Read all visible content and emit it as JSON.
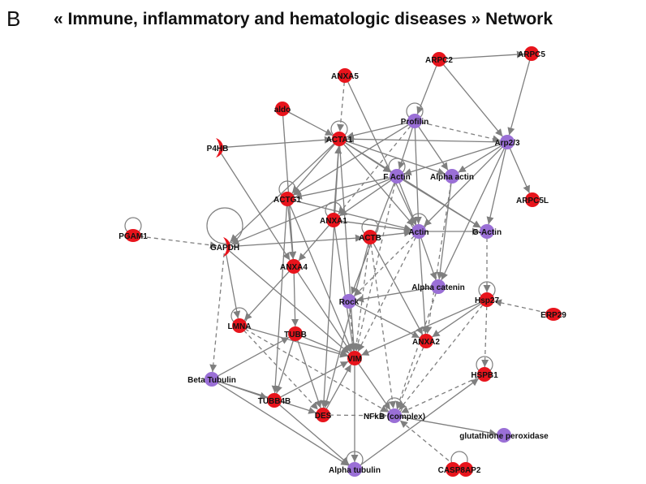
{
  "panel_letter": "B",
  "title": "« Immune, inflammatory and hematologic diseases » Network",
  "colors": {
    "red": "#e8141c",
    "purple": "#9a6fd6",
    "edge": "#7f7f7f"
  },
  "nodes": [
    {
      "id": "ARPC2",
      "label": "ARPC2",
      "type": "red"
    },
    {
      "id": "ARPC5",
      "label": "ARPC5",
      "type": "red"
    },
    {
      "id": "ANXA5",
      "label": "ANXA5",
      "type": "red"
    },
    {
      "id": "aldo",
      "label": "aldo",
      "type": "red"
    },
    {
      "id": "Profilin",
      "label": "Profilin",
      "type": "purple"
    },
    {
      "id": "Arp23",
      "label": "Arp2/3",
      "type": "purple"
    },
    {
      "id": "P4HB",
      "label": "P4HB",
      "type": "red"
    },
    {
      "id": "ACTA1",
      "label": "ACTA1",
      "type": "red"
    },
    {
      "id": "FActin",
      "label": "F Actin",
      "type": "purple"
    },
    {
      "id": "AlphaActin",
      "label": "Alpha actin",
      "type": "purple"
    },
    {
      "id": "ARPC5L",
      "label": "ARPC5L",
      "type": "red"
    },
    {
      "id": "ACTG1",
      "label": "ACTG1",
      "type": "red"
    },
    {
      "id": "ANXA1",
      "label": "ANXA1",
      "type": "red"
    },
    {
      "id": "PGAM1",
      "label": "PGAM1",
      "type": "red"
    },
    {
      "id": "GAPDH",
      "label": "GAPDH",
      "type": "red"
    },
    {
      "id": "ACTB",
      "label": "ACTB",
      "type": "red"
    },
    {
      "id": "Actin",
      "label": "Actin",
      "type": "purple"
    },
    {
      "id": "GActin",
      "label": "G-Actin",
      "type": "purple"
    },
    {
      "id": "ANXA4",
      "label": "ANXA4",
      "type": "red"
    },
    {
      "id": "AlphaCatenin",
      "label": "Alpha catenin",
      "type": "purple"
    },
    {
      "id": "Rock",
      "label": "Rock",
      "type": "purple"
    },
    {
      "id": "Hsp27",
      "label": "Hsp27",
      "type": "red"
    },
    {
      "id": "ERP29",
      "label": "ERP29",
      "type": "red"
    },
    {
      "id": "LMNA",
      "label": "LMNA",
      "type": "red"
    },
    {
      "id": "TUBB",
      "label": "TUBB",
      "type": "red"
    },
    {
      "id": "ANXA2",
      "label": "ANXA2",
      "type": "red"
    },
    {
      "id": "VIM",
      "label": "VIM",
      "type": "red"
    },
    {
      "id": "HSPB1",
      "label": "HSPB1",
      "type": "red"
    },
    {
      "id": "BetaTubulin",
      "label": "Beta Tubulin",
      "type": "purple"
    },
    {
      "id": "TUBB4B",
      "label": "TUBB4B",
      "type": "red"
    },
    {
      "id": "DES",
      "label": "DES",
      "type": "red"
    },
    {
      "id": "NFkB",
      "label": "NFkB (complex)",
      "type": "purple"
    },
    {
      "id": "GPX",
      "label": "glutathione peroxidase",
      "type": "purple"
    },
    {
      "id": "AlphaTubulin",
      "label": "Alpha tubulin",
      "type": "purple"
    },
    {
      "id": "CASP8AP2",
      "label": "CASP8AP2",
      "type": "red"
    }
  ],
  "edges": [
    {
      "from": "ARPC2",
      "to": "ARPC5",
      "style": "solid"
    },
    {
      "from": "ARPC2",
      "to": "Profilin",
      "style": "solid"
    },
    {
      "from": "ARPC2",
      "to": "Arp23",
      "style": "solid"
    },
    {
      "from": "ARPC5",
      "to": "Arp23",
      "style": "solid"
    },
    {
      "from": "Arp23",
      "to": "ARPC5L",
      "style": "solid"
    },
    {
      "from": "Profilin",
      "to": "Arp23",
      "style": "dashed"
    },
    {
      "from": "Profilin",
      "to": "FActin",
      "style": "solid"
    },
    {
      "from": "Profilin",
      "to": "Actin",
      "style": "solid"
    },
    {
      "from": "Profilin",
      "to": "ACTA1",
      "style": "solid"
    },
    {
      "from": "Profilin",
      "to": "ACTG1",
      "style": "solid"
    },
    {
      "from": "Profilin",
      "to": "AlphaActin",
      "style": "solid"
    },
    {
      "from": "Profilin",
      "to": "ANXA1",
      "style": "dashed"
    },
    {
      "from": "Arp23",
      "to": "ACTA1",
      "style": "solid"
    },
    {
      "from": "Arp23",
      "to": "FActin",
      "style": "solid"
    },
    {
      "from": "Arp23",
      "to": "Actin",
      "style": "solid"
    },
    {
      "from": "Arp23",
      "to": "GActin",
      "style": "solid"
    },
    {
      "from": "Arp23",
      "to": "AlphaActin",
      "style": "solid"
    },
    {
      "from": "Arp23",
      "to": "AlphaCatenin",
      "style": "solid"
    },
    {
      "from": "ANXA5",
      "to": "ACTA1",
      "style": "dashed"
    },
    {
      "from": "ANXA5",
      "to": "Actin",
      "style": "solid"
    },
    {
      "from": "aldo",
      "to": "ACTA1",
      "style": "solid"
    },
    {
      "from": "aldo",
      "to": "ANXA4",
      "style": "solid"
    },
    {
      "from": "P4HB",
      "to": "ACTA1",
      "style": "solid"
    },
    {
      "from": "P4HB",
      "to": "ANXA4",
      "style": "solid"
    },
    {
      "from": "ACTA1",
      "to": "FActin",
      "style": "solid"
    },
    {
      "from": "ACTA1",
      "to": "Actin",
      "style": "solid"
    },
    {
      "from": "ACTA1",
      "to": "GActin",
      "style": "solid"
    },
    {
      "from": "ACTA1",
      "to": "AlphaActin",
      "style": "solid"
    },
    {
      "from": "ACTA1",
      "to": "GAPDH",
      "style": "solid"
    },
    {
      "from": "ACTA1",
      "to": "VIM",
      "style": "solid"
    },
    {
      "from": "ACTA1",
      "to": "DES",
      "style": "solid"
    },
    {
      "from": "ACTA1",
      "to": "ACTG1",
      "style": "solid"
    },
    {
      "from": "FActin",
      "to": "GActin",
      "style": "solid"
    },
    {
      "from": "FActin",
      "to": "ACTG1",
      "style": "solid"
    },
    {
      "from": "FActin",
      "to": "ANXA1",
      "style": "solid"
    },
    {
      "from": "FActin",
      "to": "GAPDH",
      "style": "solid"
    },
    {
      "from": "FActin",
      "to": "Actin",
      "style": "solid"
    },
    {
      "from": "FActin",
      "to": "Rock",
      "style": "solid"
    },
    {
      "from": "FActin",
      "to": "VIM",
      "style": "dashed"
    },
    {
      "from": "AlphaActin",
      "to": "AlphaCatenin",
      "style": "solid"
    },
    {
      "from": "AlphaActin",
      "to": "ANXA2",
      "style": "dashed"
    },
    {
      "from": "ACTG1",
      "to": "Actin",
      "style": "solid"
    },
    {
      "from": "ACTG1",
      "to": "ANXA4",
      "style": "solid"
    },
    {
      "from": "ACTG1",
      "to": "TUBB4B",
      "style": "solid"
    },
    {
      "from": "ACTG1",
      "to": "VIM",
      "style": "solid"
    },
    {
      "from": "ANXA1",
      "to": "Actin",
      "style": "solid"
    },
    {
      "from": "ANXA1",
      "to": "ANXA4",
      "style": "solid"
    },
    {
      "from": "ANXA1",
      "to": "VIM",
      "style": "solid"
    },
    {
      "from": "ANXA1",
      "to": "ACTA1",
      "style": "solid"
    },
    {
      "from": "PGAM1",
      "to": "GAPDH",
      "style": "dashed"
    },
    {
      "from": "GAPDH",
      "to": "ACTB",
      "style": "solid"
    },
    {
      "from": "GAPDH",
      "to": "LMNA",
      "style": "solid"
    },
    {
      "from": "GAPDH",
      "to": "BetaTubulin",
      "style": "dashed"
    },
    {
      "from": "GAPDH",
      "to": "VIM",
      "style": "solid"
    },
    {
      "from": "ACTB",
      "to": "Actin",
      "style": "solid"
    },
    {
      "from": "ACTB",
      "to": "ANXA2",
      "style": "solid"
    },
    {
      "from": "ACTB",
      "to": "VIM",
      "style": "dashed"
    },
    {
      "from": "ACTB",
      "to": "DES",
      "style": "solid"
    },
    {
      "from": "ACTB",
      "to": "NFkB",
      "style": "dashed"
    },
    {
      "from": "Actin",
      "to": "GActin",
      "style": "solid"
    },
    {
      "from": "Actin",
      "to": "AlphaCatenin",
      "style": "solid"
    },
    {
      "from": "Actin",
      "to": "Rock",
      "style": "dashed"
    },
    {
      "from": "Actin",
      "to": "ANXA2",
      "style": "solid"
    },
    {
      "from": "Actin",
      "to": "VIM",
      "style": "dashed"
    },
    {
      "from": "GActin",
      "to": "Hsp27",
      "style": "dashed"
    },
    {
      "from": "AlphaCatenin",
      "to": "Rock",
      "style": "solid"
    },
    {
      "from": "AlphaCatenin",
      "to": "NFkB",
      "style": "dashed"
    },
    {
      "from": "Hsp27",
      "to": "HSPB1",
      "style": "dashed"
    },
    {
      "from": "Hsp27",
      "to": "ANXA2",
      "style": "solid"
    },
    {
      "from": "Hsp27",
      "to": "VIM",
      "style": "solid"
    },
    {
      "from": "Hsp27",
      "to": "NFkB",
      "style": "dashed"
    },
    {
      "from": "ERP29",
      "to": "Hsp27",
      "style": "dashed"
    },
    {
      "from": "Rock",
      "to": "VIM",
      "style": "dashed"
    },
    {
      "from": "Rock",
      "to": "ANXA2",
      "style": "solid"
    },
    {
      "from": "ANXA4",
      "to": "LMNA",
      "style": "solid"
    },
    {
      "from": "ANXA4",
      "to": "VIM",
      "style": "solid"
    },
    {
      "from": "ANXA4",
      "to": "TUBB",
      "style": "solid"
    },
    {
      "from": "LMNA",
      "to": "VIM",
      "style": "solid"
    },
    {
      "from": "LMNA",
      "to": "DES",
      "style": "dashed"
    },
    {
      "from": "LMNA",
      "to": "NFkB",
      "style": "dashed"
    },
    {
      "from": "TUBB",
      "to": "VIM",
      "style": "solid"
    },
    {
      "from": "TUBB",
      "to": "TUBB4B",
      "style": "solid"
    },
    {
      "from": "TUBB",
      "to": "DES",
      "style": "solid"
    },
    {
      "from": "BetaTubulin",
      "to": "TUBB",
      "style": "solid"
    },
    {
      "from": "BetaTubulin",
      "to": "TUBB4B",
      "style": "solid"
    },
    {
      "from": "BetaTubulin",
      "to": "DES",
      "style": "solid"
    },
    {
      "from": "BetaTubulin",
      "to": "AlphaTubulin",
      "style": "solid"
    },
    {
      "from": "TUBB4B",
      "to": "VIM",
      "style": "solid"
    },
    {
      "from": "TUBB4B",
      "to": "AlphaTubulin",
      "style": "solid"
    },
    {
      "from": "DES",
      "to": "VIM",
      "style": "solid"
    },
    {
      "from": "DES",
      "to": "NFkB",
      "style": "dashed"
    },
    {
      "from": "VIM",
      "to": "NFkB",
      "style": "solid"
    },
    {
      "from": "VIM",
      "to": "AlphaTubulin",
      "style": "solid"
    },
    {
      "from": "ANXA2",
      "to": "NFkB",
      "style": "dashed"
    },
    {
      "from": "HSPB1",
      "to": "NFkB",
      "style": "dashed"
    },
    {
      "from": "AlphaTubulin",
      "to": "HSPB1",
      "style": "solid"
    },
    {
      "from": "NFkB",
      "to": "GPX",
      "style": "solid"
    },
    {
      "from": "CASP8AP2",
      "to": "NFkB",
      "style": "dashed"
    }
  ],
  "self_loops": [
    "Profilin",
    "ACTA1",
    "FActin",
    "ACTG1",
    "ANXA1",
    "PGAM1",
    "GAPDH",
    "ACTB",
    "Actin",
    "Hsp27",
    "LMNA",
    "NFkB",
    "AlphaTubulin",
    "HSPB1",
    "CASP8AP2"
  ]
}
